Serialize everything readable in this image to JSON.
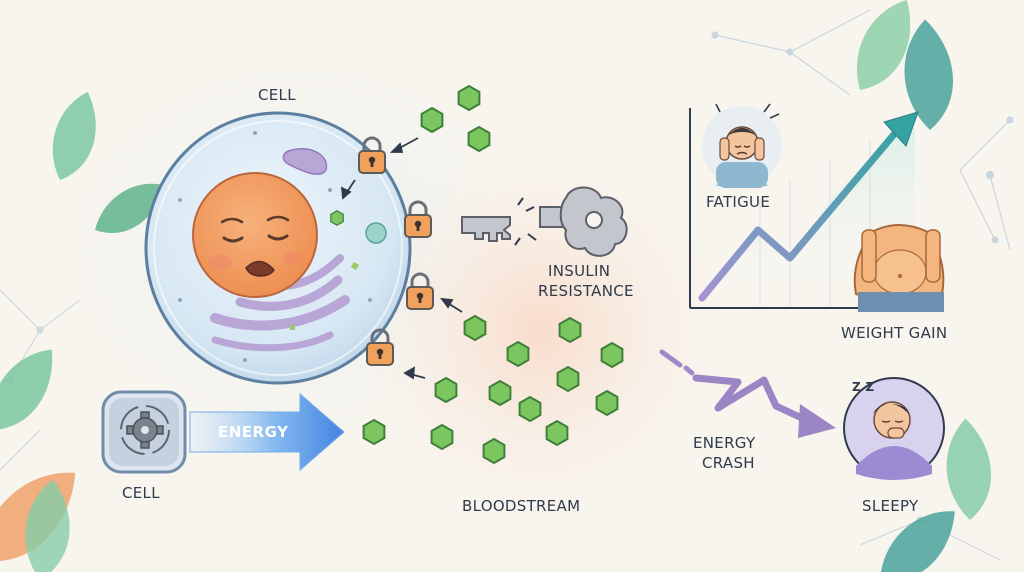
{
  "labels": {
    "cell_top": "CELL",
    "insulin_line1": "INSULIN",
    "insulin_line2": "RESISTANCE",
    "fatigue": "FATIGUE",
    "weight_gain": "WEIGHT GAIN",
    "energy": "ENERGY",
    "cell_bottom": "CELL",
    "energy_crash_line1": "ENERGY",
    "energy_crash_line2": "CRASH",
    "bloodstream": "BLOODSTREAM",
    "sleepy": "SLEEPY",
    "zzz": "Z Z"
  },
  "icons": [
    "cell-icon",
    "lock-icon",
    "broken-key-icon",
    "glucose-icon",
    "gear-icon",
    "fatigue-person-icon",
    "overweight-person-icon",
    "sleepy-person-icon",
    "trend-arrow-icon",
    "zigzag-arrow-icon",
    "leaf-icon"
  ],
  "colors": {
    "cell_body": "#dbe9f4",
    "nucleus": "#f4a36a",
    "organelle": "#b8a6d6",
    "lock": "#f0a25d",
    "glucose": "#78c35e",
    "key": "#b9bec6",
    "trend_arrow_end": "#3aa1a6",
    "trend_arrow_start": "#9a8fd0",
    "crash_arrow": "#9b85c4",
    "energy_arrow": "#4f8fe0",
    "leaf": "#6fbf9a",
    "text": "#2f3b4d"
  }
}
